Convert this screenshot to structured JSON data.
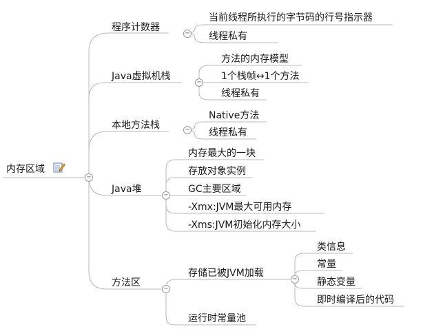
{
  "root": {
    "label": "内存区域",
    "icon": "edit-note-icon"
  },
  "branches": [
    {
      "label": "程序计数器",
      "children": [
        "当前线程所执行的字节码的行号指示器",
        "线程私有"
      ]
    },
    {
      "label": "Java虚拟机栈",
      "children": [
        "方法的内存模型",
        "1个栈帧↔1个方法",
        "线程私有"
      ]
    },
    {
      "label": "本地方法栈",
      "children": [
        "Native方法",
        "线程私有"
      ]
    },
    {
      "label": "Java堆",
      "children": [
        "内存最大的一块",
        "存放对象实例",
        "GC主要区域",
        "-Xmx:JVM最大可用内存",
        "-Xms:JVM初始化内存大小"
      ]
    },
    {
      "label": "方法区",
      "children": [
        {
          "label": "存储已被JVM加载",
          "children": [
            "类信息",
            "常量",
            "静态变量",
            "即时编译后的代码"
          ]
        },
        {
          "label": "运行时常量池"
        }
      ]
    }
  ],
  "toggle_symbol": "−",
  "colors": {
    "line": "#b5b5b5",
    "text": "#1a1a1a"
  }
}
